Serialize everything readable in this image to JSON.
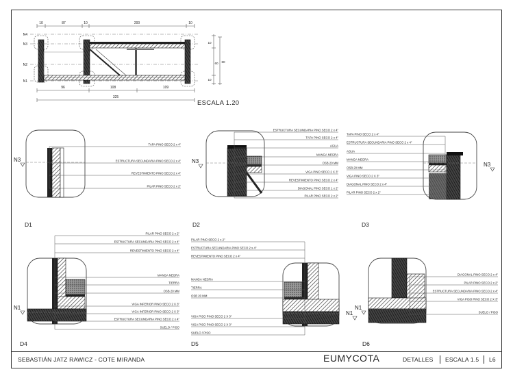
{
  "main": {
    "scale_label": "ESCALA 1.20",
    "dims_top": [
      "10",
      "87",
      "10",
      "200",
      "10"
    ],
    "dims_bottom": [
      "96",
      "108",
      "109"
    ],
    "dim_total": "325",
    "dims_right": [
      "10",
      "80",
      "10",
      "60"
    ],
    "levels": [
      "N4",
      "N3",
      "N2",
      "N1"
    ]
  },
  "details": [
    {
      "id": "D1",
      "level": "N3",
      "labels": [
        "TAPA PINO SECO 2 x 4\"",
        "ESTRUCTURA SECUNDARIA PINO SECO 2 x 4\"",
        "REVESTIMIENTO PINO SECO 2 x 4\"",
        "PILAR PINO SECO 2 x 2\""
      ]
    },
    {
      "id": "D2",
      "level": "N3",
      "labels": [
        "ESTRUCTURA SECUNDARIA PINO SECO 2 x 4\"",
        "TAPA PINO SECO 2 x 4\"",
        "AGUA",
        "MANGA NEGRA",
        "OSB 20 MM",
        "VIGA PINO SECO 2 X 3\"",
        "REVESTIMIENTO PINO SECO 2 x 4\"",
        "DIAGONAL PINO SECO 1 x 2\"",
        "PILAR PINO SECO 2 x 2\""
      ]
    },
    {
      "id": "D3",
      "level": "N3",
      "labels": [
        "TAPA PINO SECO 2 x 4\"",
        "ESTRUCTURA SECUNDARIA PINO SECO 2 x 4\"",
        "AGUA",
        "MANGA NEGRA",
        "OSB 20 MM",
        "VIGA PINO SECO 2 X 3\"",
        "DIAGONAL PINO SECO 2 x 4\"",
        "PILAR PINO SECO 2 x 2\""
      ]
    },
    {
      "id": "D4",
      "level": "N1",
      "labels": [
        "PILAR PINO SECO 2 x 2\"",
        "ESTRUCTURA SECUNDARIA PINO SECO 2 x 4\"",
        "REVESTIMIENTO PINO SECO 2 x 4\"",
        "MANGA NEGRA",
        "TIERRA",
        "OSB 20 MM",
        "VIGA INFERIOR PINO SECO 2 X 3\"",
        "VIGA INFERIOR PINO SECO 2 X 3\"",
        "ESTRUCTURA SECUNDARIA PINO SECO 2 x 4\"",
        "SUELO / PISO"
      ]
    },
    {
      "id": "D5",
      "level": "N1",
      "labels": [
        "PILAR PINO SECO 2 x 2\"",
        "ESTRUCTURA SECUNDARIA PINO SECO 2 x 4\"",
        "REVESTIMIENTO PINO SECO 2 x 4\"",
        "MANGA NEGRA",
        "TIERRA",
        "OSB 20 MM",
        "VIGA PISO PINO SECO 2 X 3\"",
        "VIGA PISO PINO SECO 2 X 3\"",
        "SUELO / PISO"
      ]
    },
    {
      "id": "D6",
      "level": "N1",
      "labels": [
        "DIAGONAL PINO SECO 2 x 4\"",
        "PILAR PINO SECO 2 x 2\"",
        "ESTRUCTURA SECUNDARIA PINO SECO 2 x 4\"",
        "VIGA PISO PINO SECO 2 X 3\"",
        "SUELO / PISO"
      ]
    }
  ],
  "title_block": {
    "authors": "SEBASTIÁN JATZ RAWICZ - COTE MIRANDA",
    "brand": "EUMYCOTA",
    "sheet": "DETALLES",
    "scale": "ESCALA 1.5",
    "sheet_no": "L6"
  }
}
